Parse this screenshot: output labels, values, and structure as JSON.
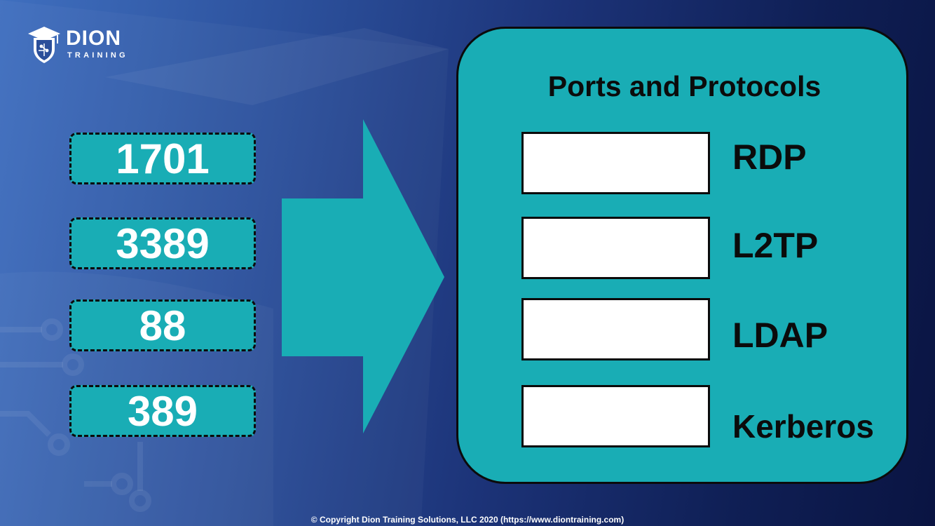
{
  "logo": {
    "name": "DION",
    "sub": "TRAINING"
  },
  "ports": [
    "1701",
    "3389",
    "88",
    "389"
  ],
  "panel": {
    "title": "Ports and Protocols",
    "protocols": [
      "RDP",
      "L2TP",
      "LDAP",
      "Kerberos"
    ]
  },
  "footer": "© Copyright Dion Training Solutions, LLC 2020  (https://www.diontraining.com)",
  "colors": {
    "teal": "#19adb5",
    "border": "#0b0b0b",
    "text_light": "#ffffff"
  }
}
